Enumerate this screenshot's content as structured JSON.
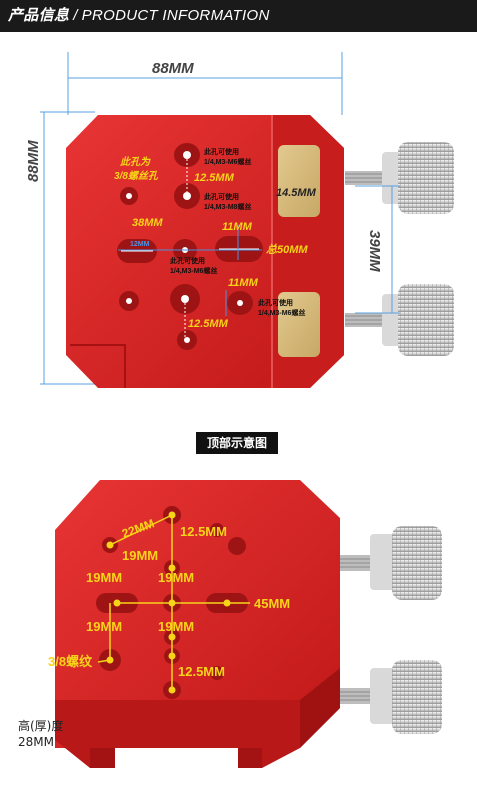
{
  "header": {
    "title_cn": "产品信息",
    "separator": "/",
    "title_en": "PRODUCT INFORMATION"
  },
  "top": {
    "width_label": "88MM",
    "height_label": "88MM",
    "pad_label": "14.5MM",
    "knob_gap_label": "39MM",
    "left_hole_note": [
      "此孔为",
      "3/8螺丝孔"
    ],
    "screw_note_top": [
      "此孔可使用",
      "1/4,M3-M6螺丝"
    ],
    "screw_note_mid": [
      "此孔可使用",
      "1/4,M3-M8螺丝"
    ],
    "screw_note_center": [
      "此孔可使用",
      "1/4,M3-M6螺丝"
    ],
    "screw_note_right": [
      "此孔可使用",
      "1/4,M3-M6螺丝"
    ],
    "dims": {
      "d125_top": "12.5MM",
      "d38": "38MM",
      "d12": "12MM",
      "d11_top": "11MM",
      "total50": "总50MM",
      "d11_mid": "11MM",
      "d125_bottom": "12.5MM"
    }
  },
  "section_button": "顶部示意图",
  "bottom": {
    "d22": "22MM",
    "d125_top": "12.5MM",
    "d19_a": "19MM",
    "d19_b": "19MM",
    "d19_c": "19MM",
    "d45": "45MM",
    "d19_d": "19MM",
    "d19_e": "19MM",
    "thread": "3/8螺纹",
    "d125_bottom": "12.5MM",
    "thickness_line1": "高(厚)度",
    "thickness_line2": "28MM"
  },
  "colors": {
    "body_red": "#d42020",
    "label_yellow": "#f7d418",
    "dim_blue": "#5aa0e0",
    "dim_white": "#ffffff"
  }
}
